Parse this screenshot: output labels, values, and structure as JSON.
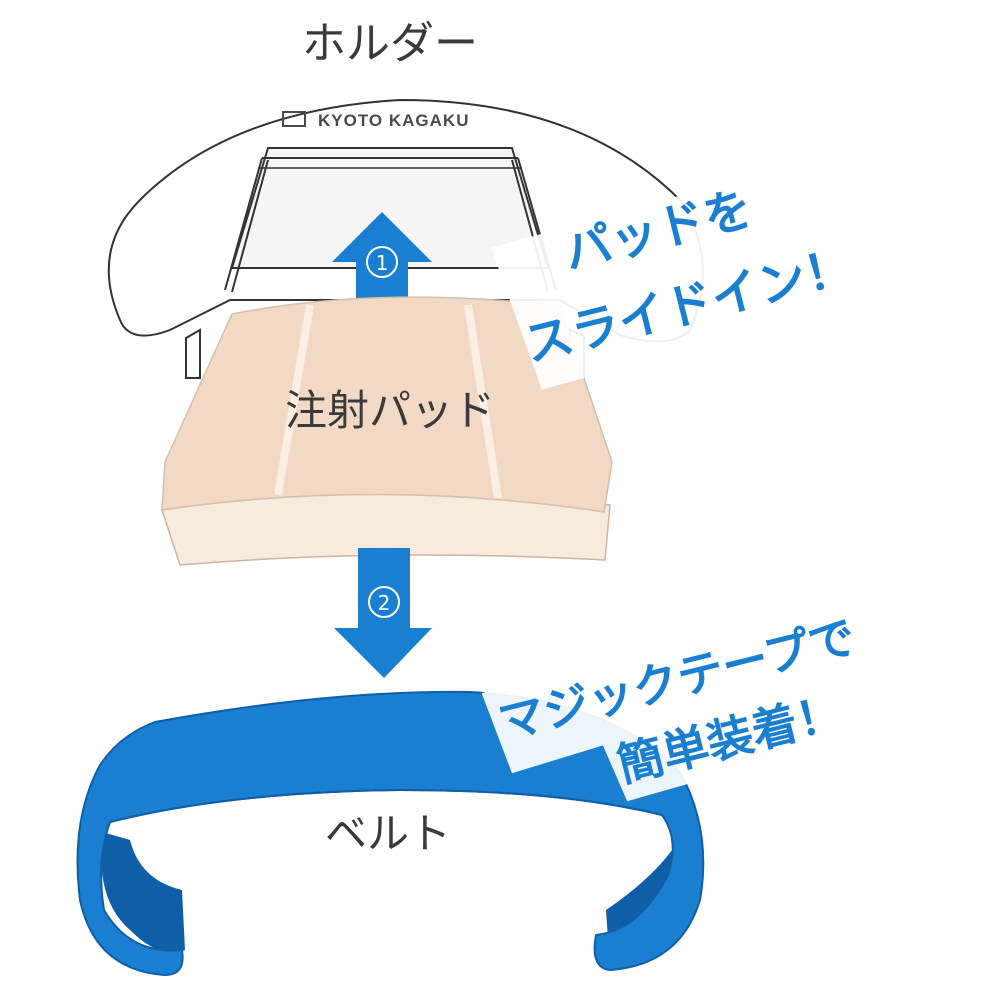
{
  "labels": {
    "holder": "ホルダー",
    "pad": "注射パッド",
    "belt": "ベルト",
    "brand": "KYOTO KAGAKU"
  },
  "steps": {
    "step1": "1",
    "step2": "2"
  },
  "captions": {
    "slide_line1": "パッドを",
    "slide_line2": "スライドイン！",
    "tape_line1": "マジックテープで",
    "tape_line2": "簡単装着！"
  },
  "colors": {
    "arrow": "#1a7fd0",
    "belt": "#1a7fd0",
    "belt_inner": "#0f5fa8",
    "pad": "#f1d9c5",
    "caption": "#1a7fd0",
    "outline": "#333333"
  }
}
